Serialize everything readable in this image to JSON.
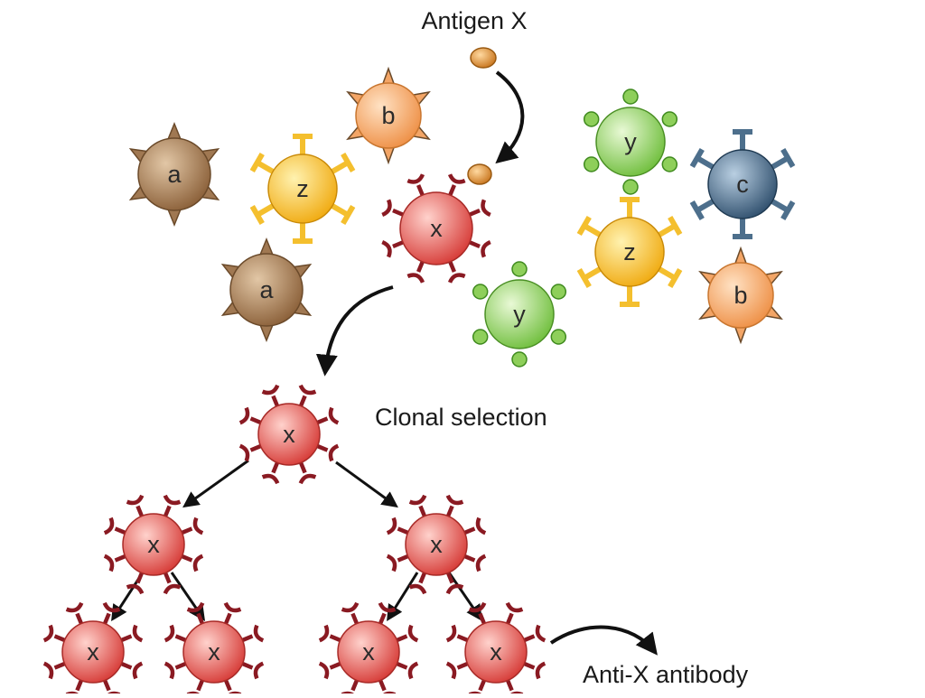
{
  "labels": {
    "antigen": "Antigen X",
    "clonal_selection": "Clonal selection",
    "antibody": "Anti-X antibody"
  },
  "cell_letters": {
    "a": "a",
    "b": "b",
    "c": "c",
    "x": "x",
    "y": "y",
    "z": "z"
  },
  "colors": {
    "a": "#a07852",
    "b": "#f3a566",
    "c": "#4d6f8c",
    "x": "#e2504a",
    "y": "#8ecf5a",
    "z": "#f4bf2e",
    "antigen": "#d98a2a",
    "receptor_x": "#8a1a22",
    "arrow": "#111111"
  }
}
